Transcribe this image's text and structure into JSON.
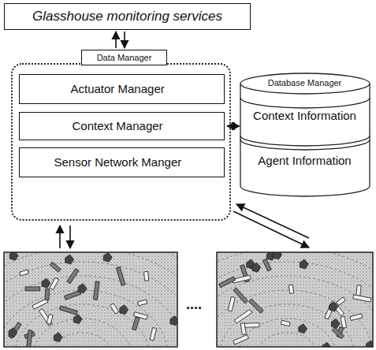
{
  "diagram": {
    "nodes": [
      {
        "text": [
          "Glasshouse monitoring services"
        ]
      },
      {
        "text": [
          "Data Manager"
        ]
      },
      {
        "text": [
          "Actuator Manager"
        ],
        "in": 1
      },
      {
        "text": [
          "Context Manager"
        ],
        "in": 1
      },
      {
        "text": [
          "Sensor Network Manger"
        ],
        "in": 1
      },
      {
        "text": [
          "Database Manager",
          "Context Information",
          "Agent Information"
        ]
      }
    ],
    "edges": [
      {
        "from": 1,
        "to": 0,
        "arrow": "to"
      },
      {
        "from": 0,
        "to": 1,
        "arrow": "to"
      },
      {
        "from": 3,
        "to": 5,
        "arrow": "both"
      }
    ],
    "labels": [
      "...."
    ]
  }
}
